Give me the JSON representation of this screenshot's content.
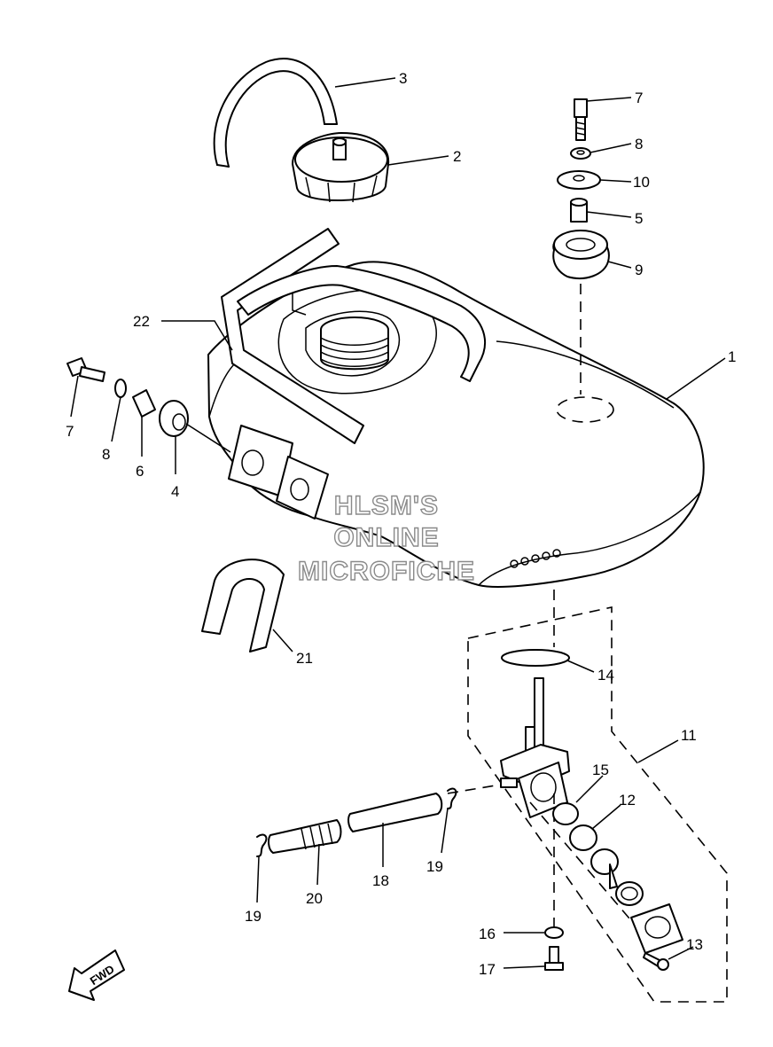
{
  "watermark": {
    "line1": "HLSM'S",
    "line2": "ONLINE",
    "line3": "MICROFICHE"
  },
  "direction_marker": "FWD",
  "callouts": {
    "c1": "1",
    "c2": "2",
    "c3": "3",
    "c4": "4",
    "c5": "5",
    "c6": "6",
    "c7a": "7",
    "c7b": "7",
    "c8a": "8",
    "c8b": "8",
    "c9": "9",
    "c10": "10",
    "c11": "11",
    "c12": "12",
    "c13": "13",
    "c14": "14",
    "c15": "15",
    "c16": "16",
    "c17": "17",
    "c18": "18",
    "c19a": "19",
    "c19b": "19",
    "c20": "20",
    "c21": "21",
    "c22": "22"
  }
}
